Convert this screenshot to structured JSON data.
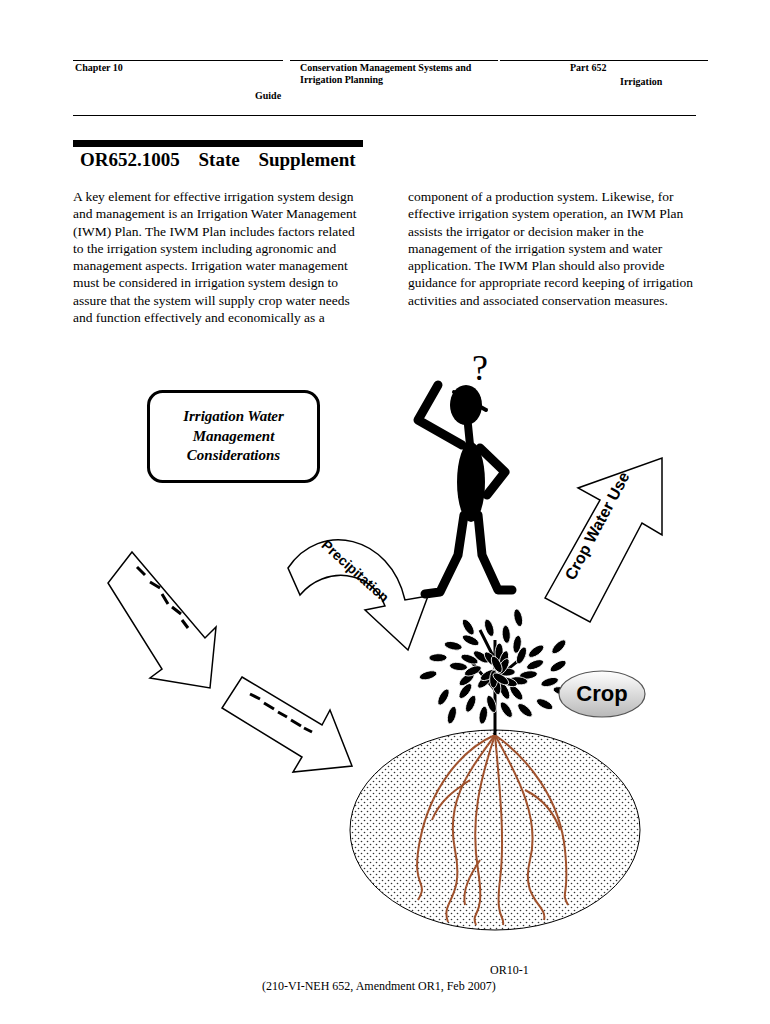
{
  "diagram": {
    "title": "OR652.1005 State Supplement",
    "nodes": [
      {
        "text": [
          "Irrigation Water Management Considerations"
        ]
      },
      {
        "text": [
          "Crop"
        ]
      }
    ],
    "labels": [
      "Chapter 10",
      "Conservation Management Systems and Irrigation Planning",
      "Part 652",
      "Irrigation",
      "Guide",
      "A key element for effective irrigation system design and management is an Irrigation Water Management (IWM) Plan. The IWM Plan includes factors related to the irrigation system including agronomic and management aspects. Irrigation water management must be considered in irrigation system design to assure that the system will supply crop water needs and function effectively and economically as a",
      "component of a production system. Likewise, for effective irrigation system operation, an IWM Plan assists the irrigator or decision maker in the management of the irrigation system and water application. The IWM Plan should also provide guidance for appropriate record keeping of irrigation activities and associated conservation measures.",
      "?",
      "Precipitation",
      "Crop Water Use",
      "OR10-1",
      "(210-VI-NEH 652, Amendment OR1, Feb 2007)"
    ]
  }
}
